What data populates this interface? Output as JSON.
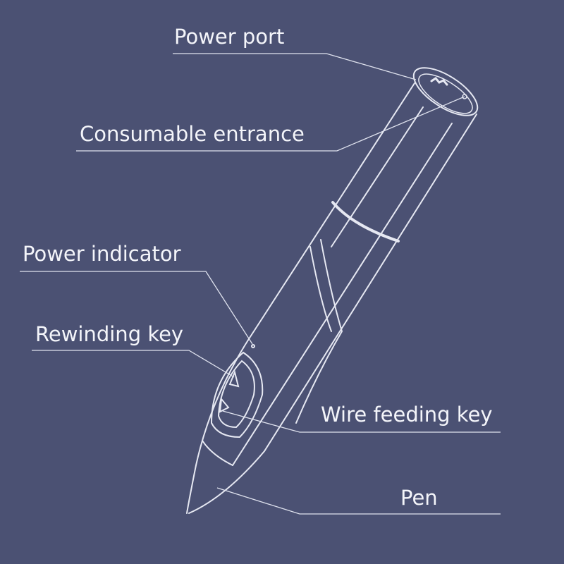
{
  "labels": {
    "power_port": "Power port",
    "consumable_entrance": "Consumable entrance",
    "power_indicator": "Power indicator",
    "rewinding_key": "Rewinding key",
    "wire_feeding_key": "Wire feeding key",
    "pen": "Pen"
  },
  "colors": {
    "background": "#4b5173",
    "line": "#e8eaf4"
  }
}
